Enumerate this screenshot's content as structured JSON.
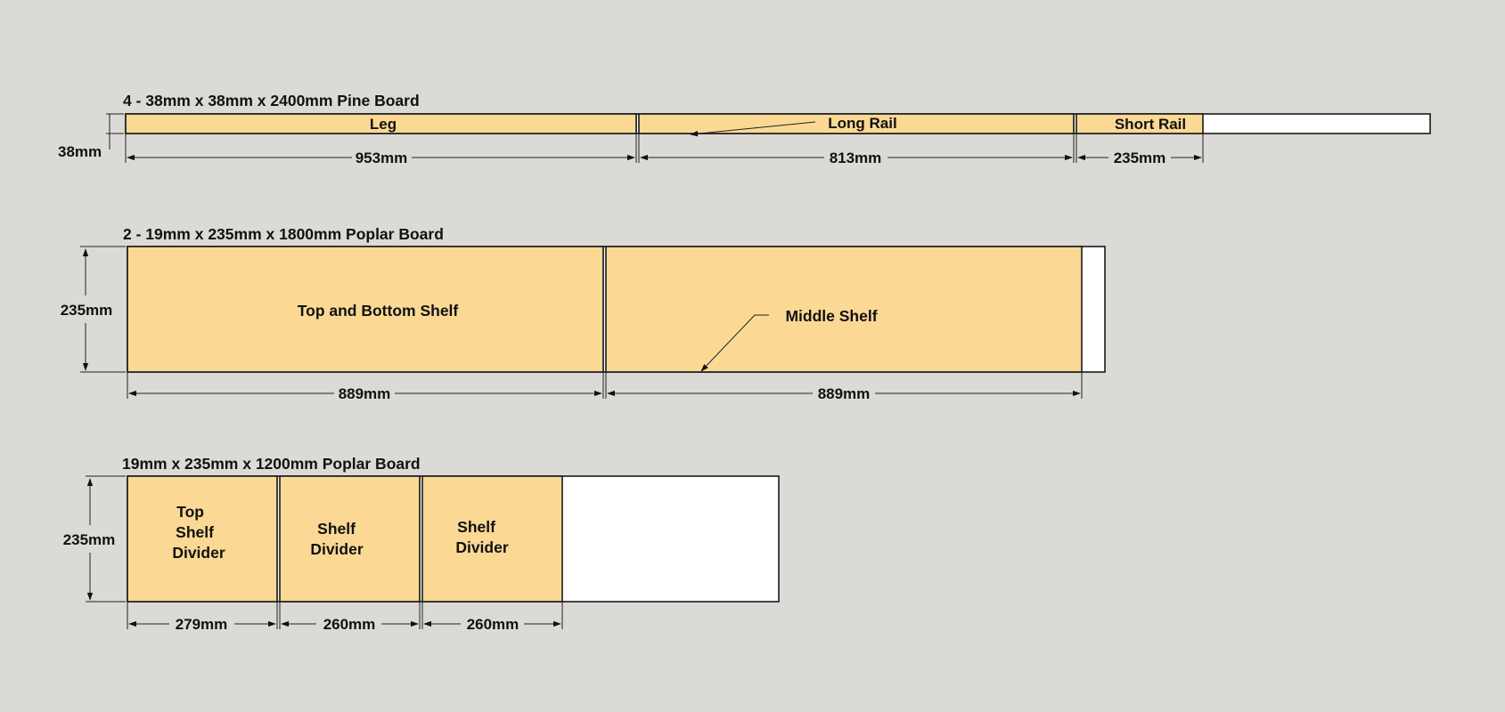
{
  "boards": [
    {
      "title": "4 - 38mm x 38mm x 2400mm Pine Board",
      "thickness_label": "38mm",
      "pieces": [
        {
          "label_lines": [
            "Leg"
          ],
          "dimension": "953mm"
        },
        {
          "label_lines": [
            "Long Rail"
          ],
          "dimension": "813mm"
        },
        {
          "label_lines": [
            "Short Rail"
          ],
          "dimension": "235mm"
        }
      ]
    },
    {
      "title": "2 - 19mm x 235mm x 1800mm Poplar Board",
      "thickness_label": "235mm",
      "pieces": [
        {
          "label_lines": [
            "Top and Bottom Shelf"
          ],
          "dimension": "889mm"
        },
        {
          "label_lines": [
            "Middle Shelf"
          ],
          "dimension": "889mm"
        }
      ]
    },
    {
      "title": "19mm x 235mm x 1200mm Poplar Board",
      "thickness_label": "235mm",
      "pieces": [
        {
          "label_lines": [
            "Top",
            "Shelf",
            "Divider"
          ],
          "dimension": "279mm"
        },
        {
          "label_lines": [
            "Shelf",
            "Divider"
          ],
          "dimension": "260mm"
        },
        {
          "label_lines": [
            "Shelf",
            "Divider"
          ],
          "dimension": "260mm"
        }
      ]
    }
  ],
  "colors": {
    "background": "#dbdad6",
    "piece_fill": "#fbd995",
    "waste_fill": "#ffffff",
    "outline": "#1a1a1a"
  }
}
